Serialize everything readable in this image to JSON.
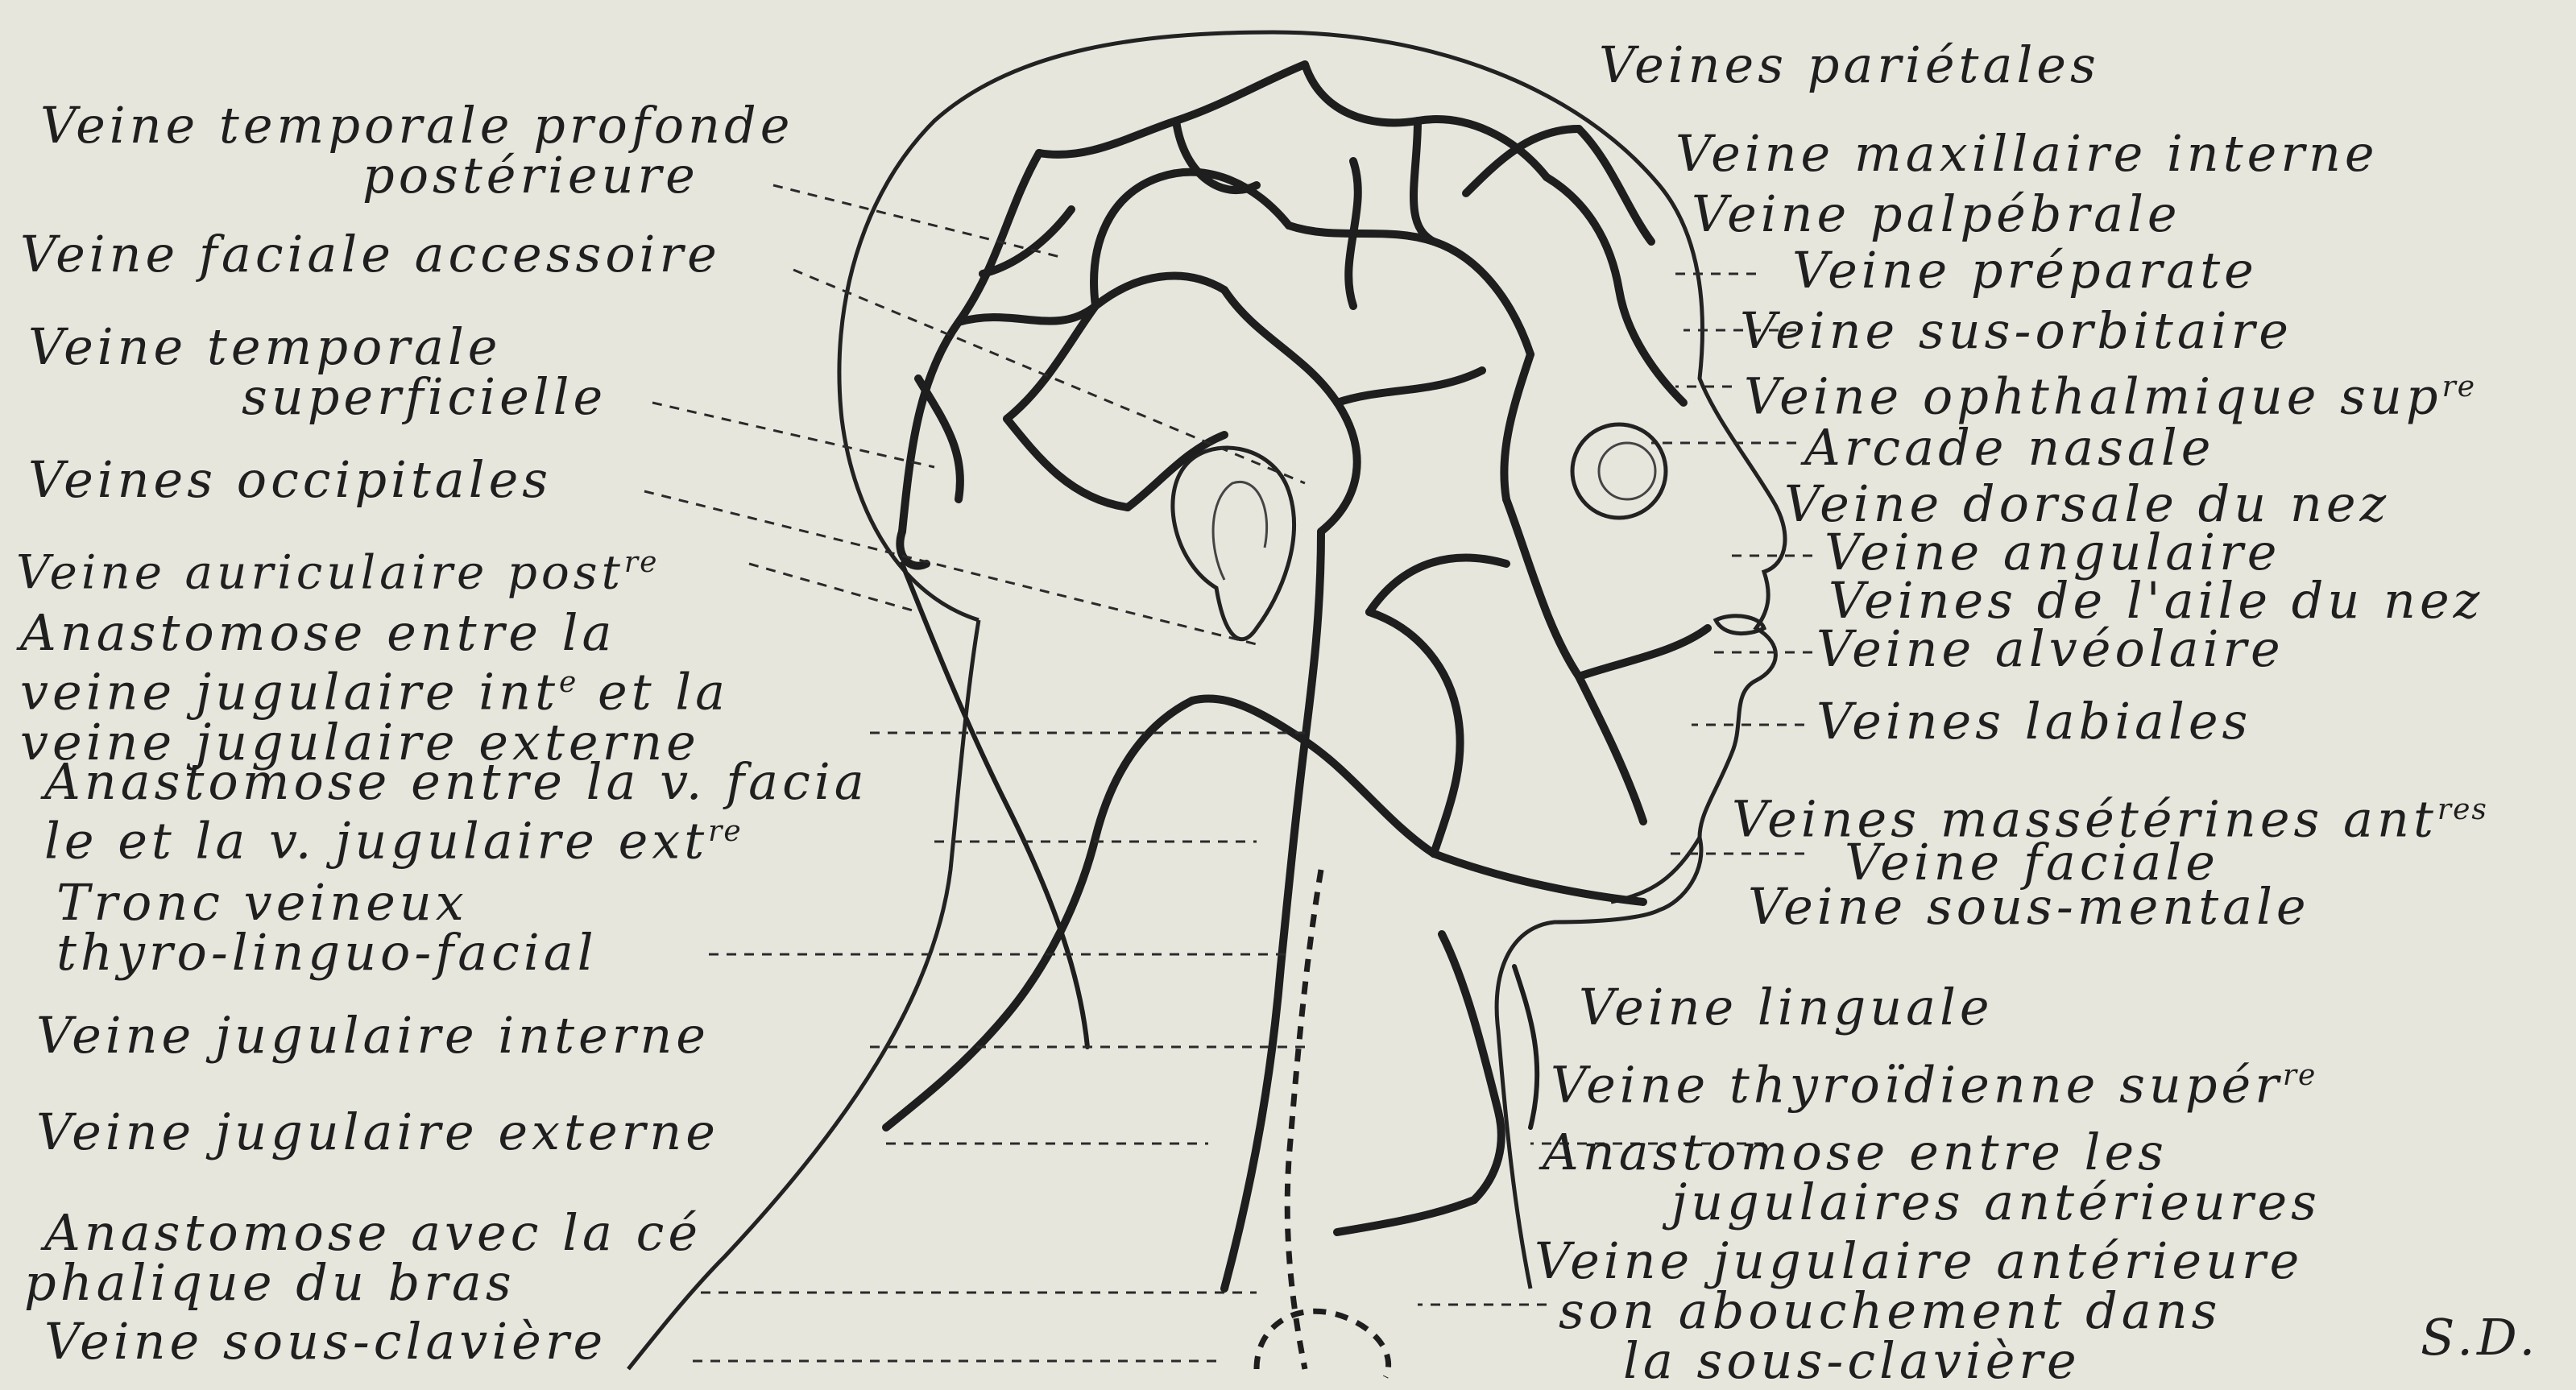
{
  "labels_left": [
    {
      "id": "temporale-profonde",
      "lines": [
        "Veine temporale profonde",
        "postérieure"
      ]
    },
    {
      "id": "faciale-accessoire",
      "lines": [
        "Veine faciale accessoire"
      ]
    },
    {
      "id": "temporale-superficielle",
      "lines": [
        "Veine temporale",
        "superficielle"
      ]
    },
    {
      "id": "occipitales",
      "lines": [
        "Veines occipitales"
      ]
    },
    {
      "id": "auriculaire",
      "lines": [
        "Veine auriculaire post",
        "re"
      ]
    },
    {
      "id": "anastomose-jugulaire",
      "lines": [
        "Anastomose entre la",
        "veine jugulaire int",
        "e",
        " et la",
        "veine jugulaire externe"
      ]
    },
    {
      "id": "anastomose-faciale",
      "lines": [
        "Anastomose entre la v. facia",
        "le et la v. jugulaire ext",
        "re"
      ]
    },
    {
      "id": "tronc",
      "lines": [
        "Tronc veineux",
        "thyro-linguo-facial"
      ]
    },
    {
      "id": "jugulaire-interne",
      "lines": [
        "Veine jugulaire interne"
      ]
    },
    {
      "id": "jugulaire-externe",
      "lines": [
        "Veine jugulaire externe"
      ]
    },
    {
      "id": "anastomose-cephalique",
      "lines": [
        "Anastomose avec la cé",
        "phalique du bras"
      ]
    },
    {
      "id": "sous-claviere-left",
      "lines": [
        "Veine sous-clavière"
      ]
    }
  ],
  "labels_right": [
    {
      "id": "parietales",
      "lines": [
        "Veines pariétales"
      ]
    },
    {
      "id": "maxillaire",
      "lines": [
        "Veine maxillaire interne"
      ]
    },
    {
      "id": "palpebrale",
      "lines": [
        "Veine palpébrale"
      ]
    },
    {
      "id": "preparate",
      "lines": [
        "Veine préparate"
      ]
    },
    {
      "id": "sus-orbitaire",
      "lines": [
        "Veine sus-orbitaire"
      ]
    },
    {
      "id": "ophtalmique",
      "lines": [
        "Veine ophthalmique sup",
        "re"
      ]
    },
    {
      "id": "arcade",
      "lines": [
        "Arcade nasale"
      ]
    },
    {
      "id": "dorsale",
      "lines": [
        "Veine dorsale du nez"
      ]
    },
    {
      "id": "angulaire",
      "lines": [
        "Veine angulaire"
      ]
    },
    {
      "id": "aile",
      "lines": [
        "Veines de l'aile du nez"
      ]
    },
    {
      "id": "alveolaire",
      "lines": [
        "Veine alvéolaire"
      ]
    },
    {
      "id": "labiales",
      "lines": [
        "Veines labiales"
      ]
    },
    {
      "id": "masseterines",
      "lines": [
        "Veines massétérines ant",
        "res"
      ]
    },
    {
      "id": "faciale",
      "lines": [
        "Veine faciale"
      ]
    },
    {
      "id": "sous-mentale",
      "lines": [
        "Veine sous-mentale"
      ]
    },
    {
      "id": "linguale",
      "lines": [
        "Veine linguale"
      ]
    },
    {
      "id": "thyroidienne",
      "lines": [
        "Veine thyroïdienne supér",
        "re"
      ]
    },
    {
      "id": "anastomose-anterieures",
      "lines": [
        "Anastomose entre les",
        "jugulaires antérieures"
      ]
    },
    {
      "id": "jugulaire-anterieure",
      "lines": [
        "Veine jugulaire antérieure",
        "son abouchement dans",
        "la sous-clavière"
      ]
    }
  ],
  "signature": "S.D."
}
